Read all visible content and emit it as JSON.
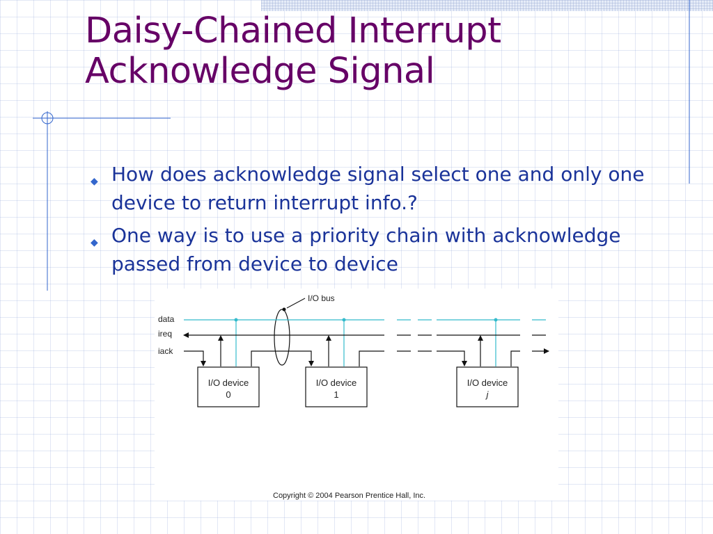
{
  "slide": {
    "title_lines": [
      "Daisy-Chained Interrupt",
      "Acknowledge Signal"
    ],
    "bullets": [
      "How does acknowledge signal select one and only one device to return interrupt info.?",
      "One way is to use a priority chain with acknowledge passed from device to device"
    ]
  },
  "diagram": {
    "bus_label": "I/O bus",
    "lines": {
      "data": "data",
      "ireq": "ireq",
      "iack": "iack"
    },
    "devices": [
      {
        "name": "I/O device",
        "index": "0"
      },
      {
        "name": "I/O device",
        "index": "1"
      },
      {
        "name": "I/O device",
        "index": "j"
      }
    ],
    "copyright": "Copyright © 2004 Pearson Prentice Hall, Inc."
  },
  "colors": {
    "title": "#660066",
    "body_text": "#1a3399",
    "bullet": "#3366cc",
    "data_line": "#33bbcc",
    "frame_line": "#3366cc"
  }
}
